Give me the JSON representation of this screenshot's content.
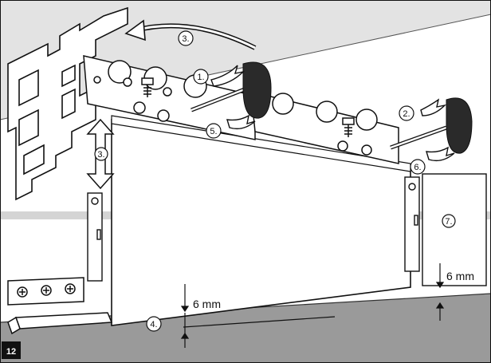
{
  "figure": {
    "step_number": "12",
    "callouts": {
      "c1": "1.",
      "c2": "2.",
      "c3_top": "3.",
      "c3_left": "3.",
      "c4": "4.",
      "c5": "5.",
      "c6": "6.",
      "c7": "7."
    },
    "dimensions": {
      "left_gap": "6 mm",
      "right_gap": "6 mm"
    },
    "colors": {
      "background": "#ffffff",
      "ceiling": "#e3e3e3",
      "floor": "#9a9a9a",
      "guide_band": "#d4d4d4",
      "handle": "#2a2a2a",
      "badge": "#111111"
    },
    "icons": [
      "curved-arrow-icon",
      "double-arrow-icon",
      "adjustment-screw-icon",
      "wrench-handle-icon"
    ]
  }
}
